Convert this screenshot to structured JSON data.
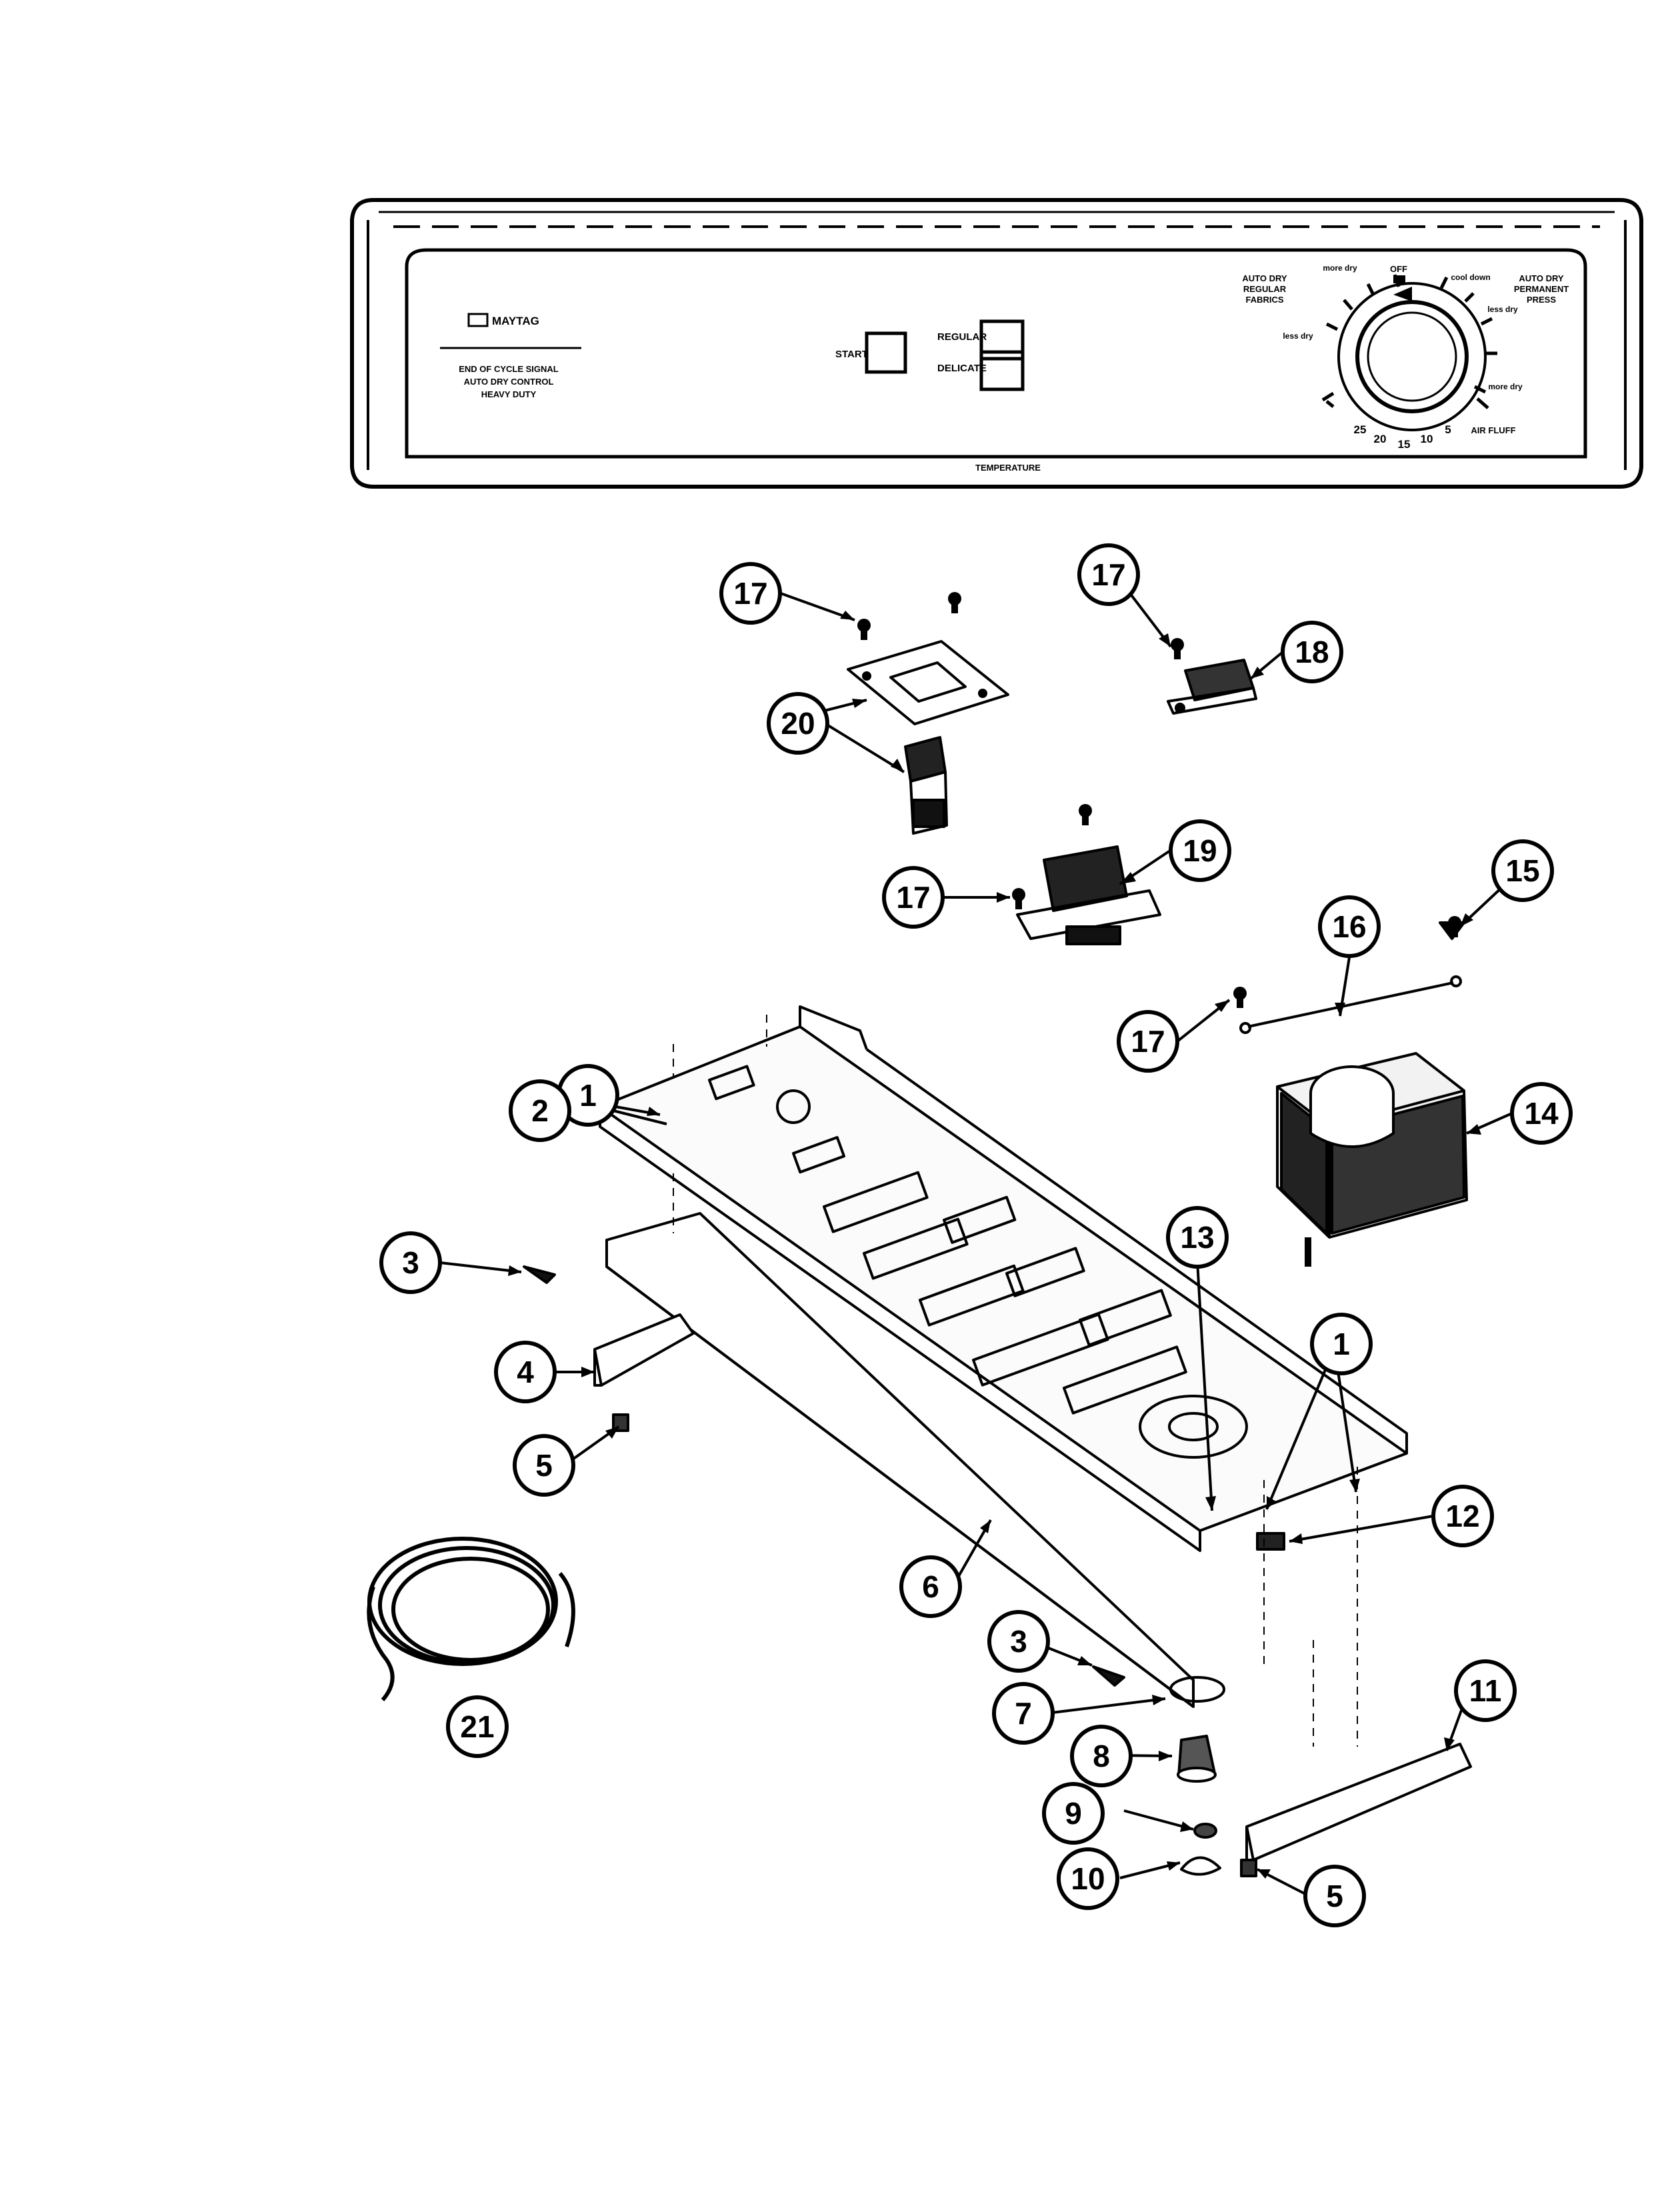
{
  "control_panel": {
    "brand": "MAYTAG",
    "features": [
      "END OF CYCLE SIGNAL",
      "AUTO DRY CONTROL",
      "HEAVY DUTY"
    ],
    "start_label": "START",
    "regular_label": "REGULAR",
    "delicate_label": "DELICATE",
    "temperature_label": "TEMPERATURE",
    "auto_dry_regular": [
      "AUTO DRY",
      "REGULAR",
      "FABRICS"
    ],
    "auto_dry_permanent": [
      "AUTO DRY",
      "PERMANENT",
      "PRESS"
    ],
    "dial_off": "OFF",
    "dial_more_dry_top": "more dry",
    "dial_cool_down": "cool down",
    "dial_less_dry_right": "less dry",
    "dial_less_dry_left": "less dry",
    "dial_more_dry_right": "more dry",
    "air_fluff": "AIR FLUFF",
    "timer_marks": [
      "25",
      "20",
      "15",
      "10",
      "5"
    ]
  },
  "callouts": [
    "1",
    "2",
    "3",
    "4",
    "5",
    "6",
    "7",
    "8",
    "9",
    "10",
    "11",
    "12",
    "13",
    "14",
    "15",
    "16",
    "17",
    "18",
    "19",
    "20",
    "21"
  ]
}
